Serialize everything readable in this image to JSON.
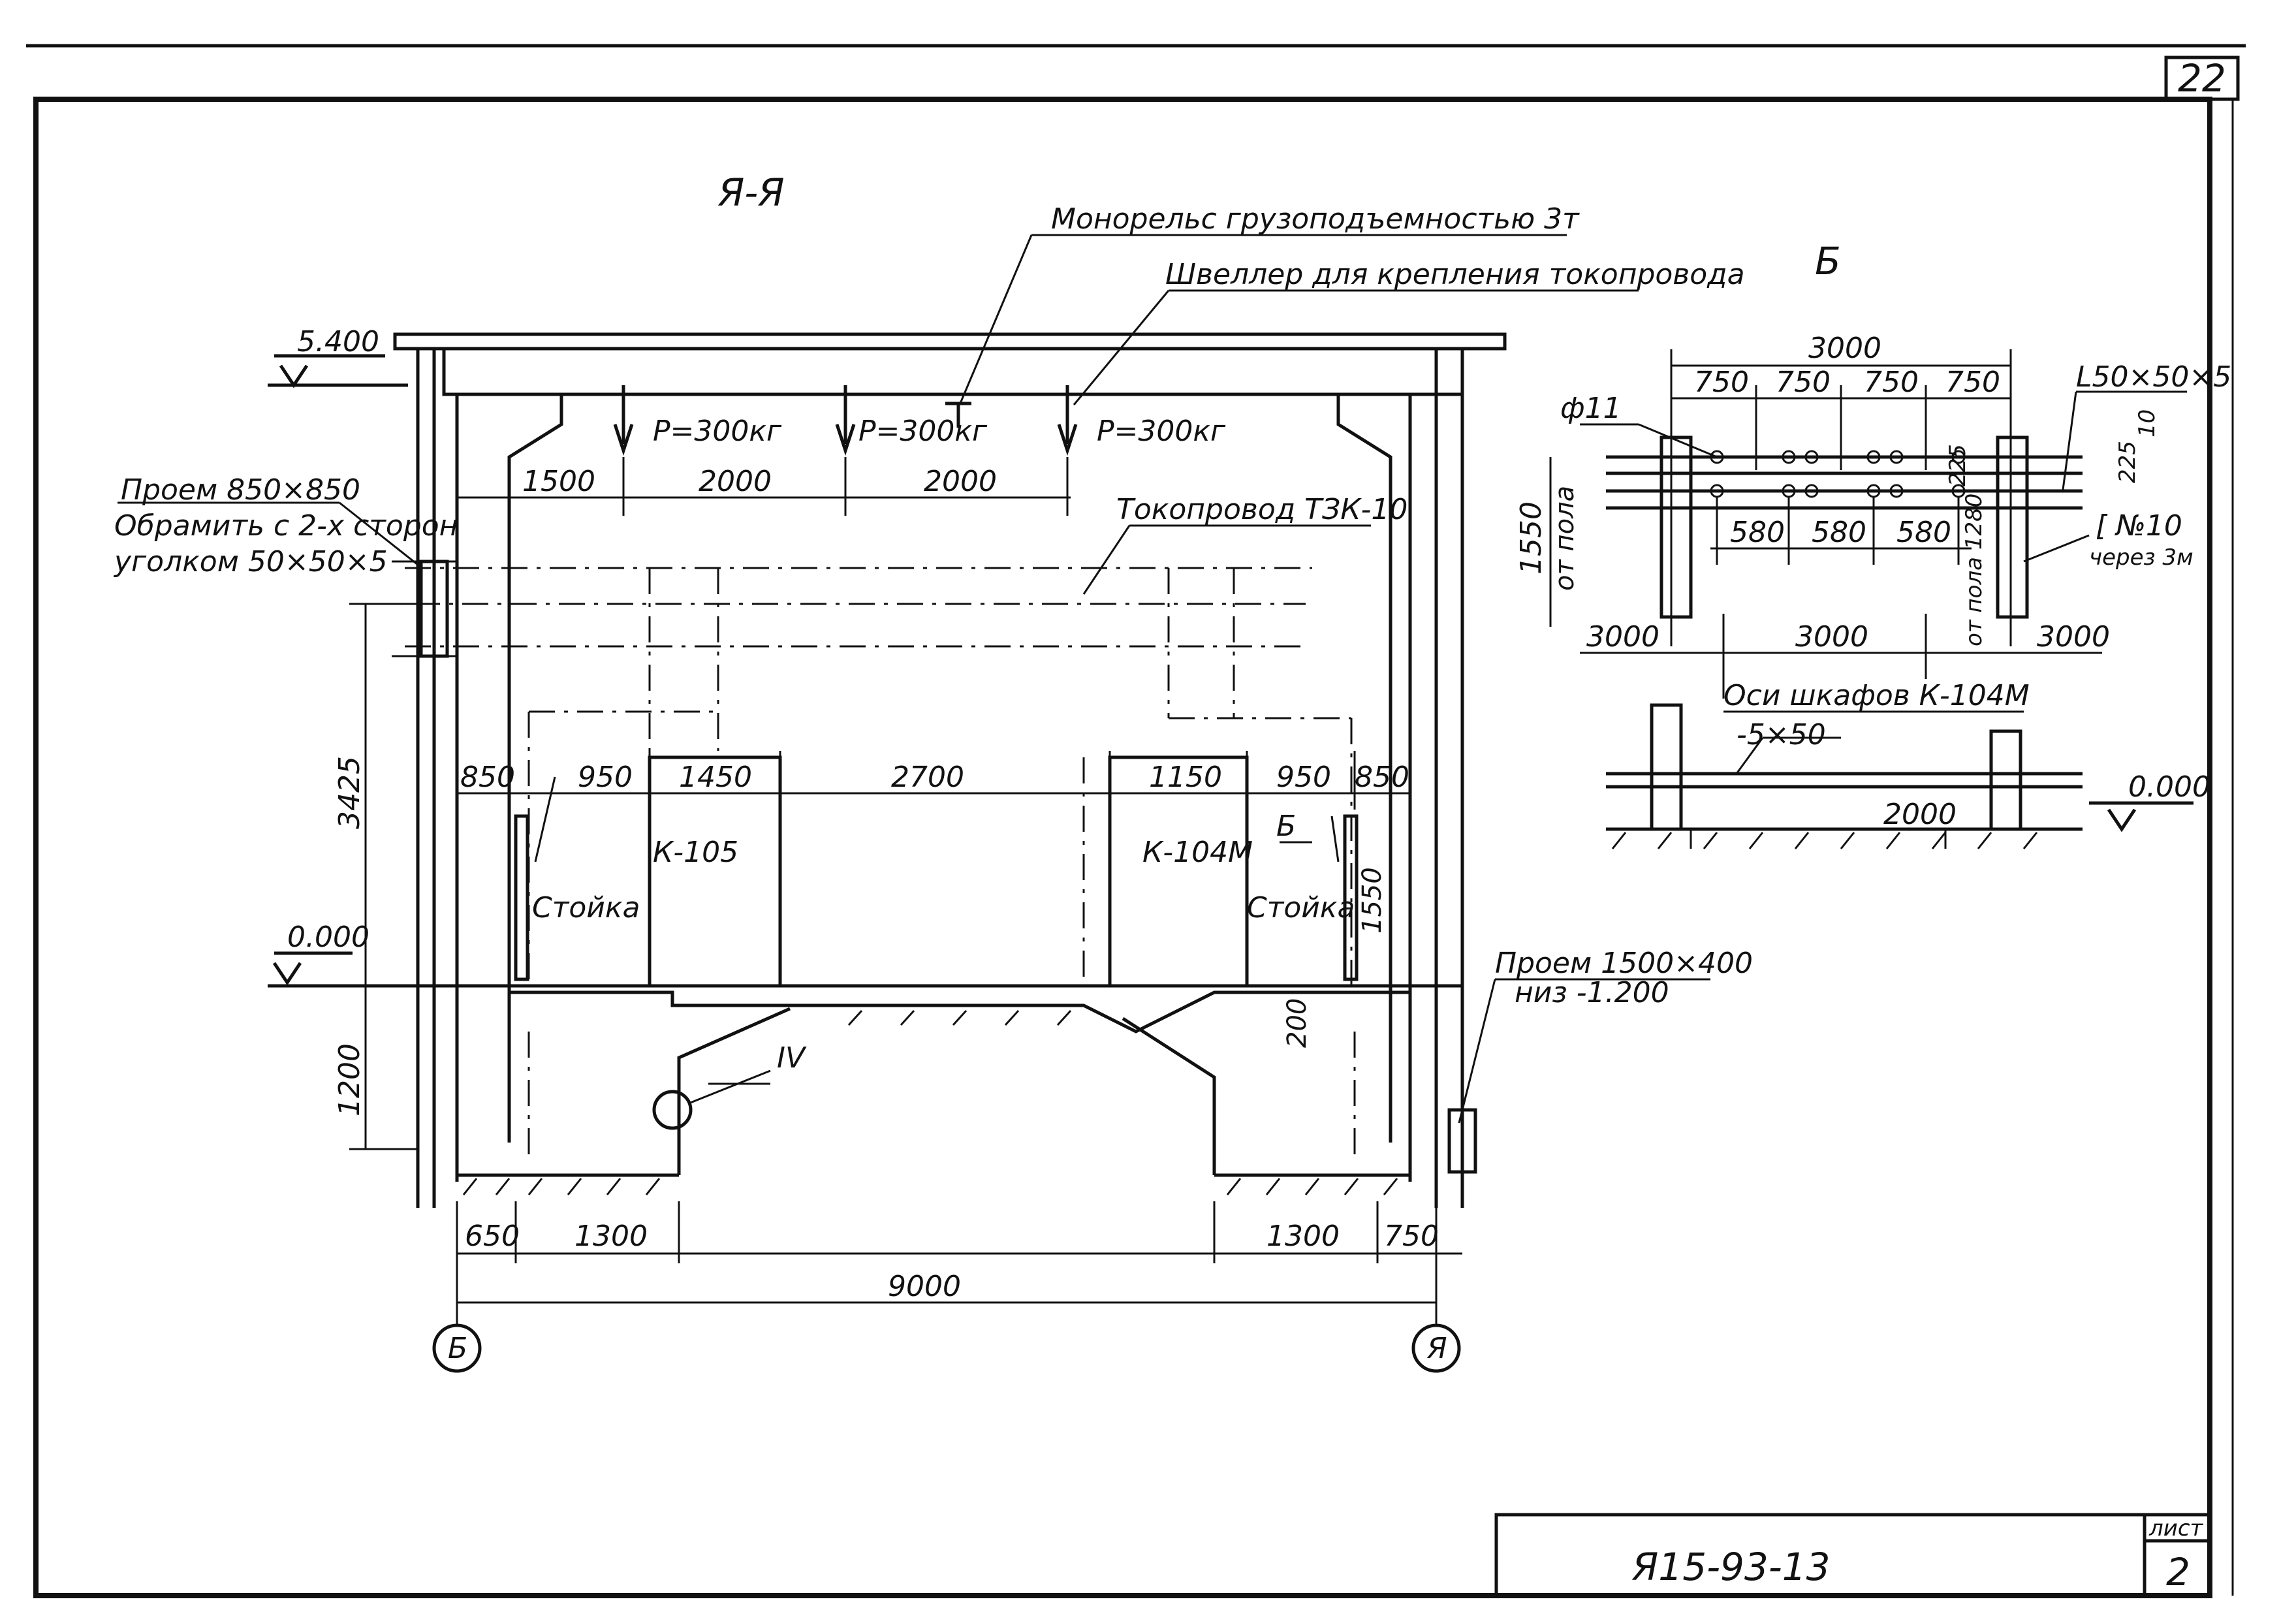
{
  "sheet": {
    "corner_number": "22",
    "sheet_label": "лист",
    "sheet_number": "2",
    "doc_code": "Я15-93-13"
  },
  "section_aa": {
    "title": "Я-Я",
    "elev_top": "5.400",
    "elev_floor": "0.000",
    "label_monorail": "Монорельс грузоподъемностью 3т",
    "label_channel": "Швеллер для крепления токопровода",
    "label_busway": "Токопровод ТЗК-10",
    "label_opening_left_1": "Проем 850×850",
    "label_opening_left_2": "Обрамить с 2-х сторон",
    "label_opening_left_3": "уголком 50×50×5",
    "label_opening_right_1": "Проем 1500×400",
    "label_opening_right_2": "низ -1.200",
    "load_1": "P=300кг",
    "load_2": "P=300кг",
    "load_3": "P=300кг",
    "dim_1500": "1500",
    "dim_2000_a": "2000",
    "dim_2000_b": "2000",
    "dim_3425": "3425",
    "dim_1200": "1200",
    "dim_850_l": "850",
    "dim_950_l": "950",
    "dim_1450": "1450",
    "dim_2700": "2700",
    "dim_1150": "1150",
    "dim_950_r": "950",
    "dim_850_r": "850",
    "dim_1550": "1550",
    "dim_200": "200",
    "dim_650": "650",
    "dim_1300_l": "1300",
    "dim_1300_r": "1300",
    "dim_750": "750",
    "dim_9000": "9000",
    "cab_left": "К-105",
    "cab_right": "К-104М",
    "rack_left": "Стойка",
    "rack_right": "Стойка",
    "view_mark": "Б",
    "node_mark": "IV",
    "axis_left": "Б",
    "axis_right": "Я"
  },
  "view_b": {
    "title": "Б",
    "dim_3000_top": "3000",
    "dim_750_1": "750",
    "dim_750_2": "750",
    "dim_750_3": "750",
    "dim_750_4": "750",
    "angle": "L50×50×5",
    "phi": "ф11",
    "dim_225_a": "225",
    "dim_225_b": "225",
    "dim_10": "10",
    "dim_580_1": "580",
    "dim_580_2": "580",
    "dim_580_3": "580",
    "dim_1550": "1550",
    "from_floor": "от пола",
    "from_floor_1280": "от пола 1280",
    "channel": "[ №10",
    "through": "через 3м",
    "dim_3000_l": "3000",
    "dim_3000_c": "3000",
    "dim_3000_r": "3000",
    "axes_label": "Оси шкафов К-104М",
    "strip": "-5×50",
    "dim_2000": "2000",
    "elev": "0.000"
  }
}
